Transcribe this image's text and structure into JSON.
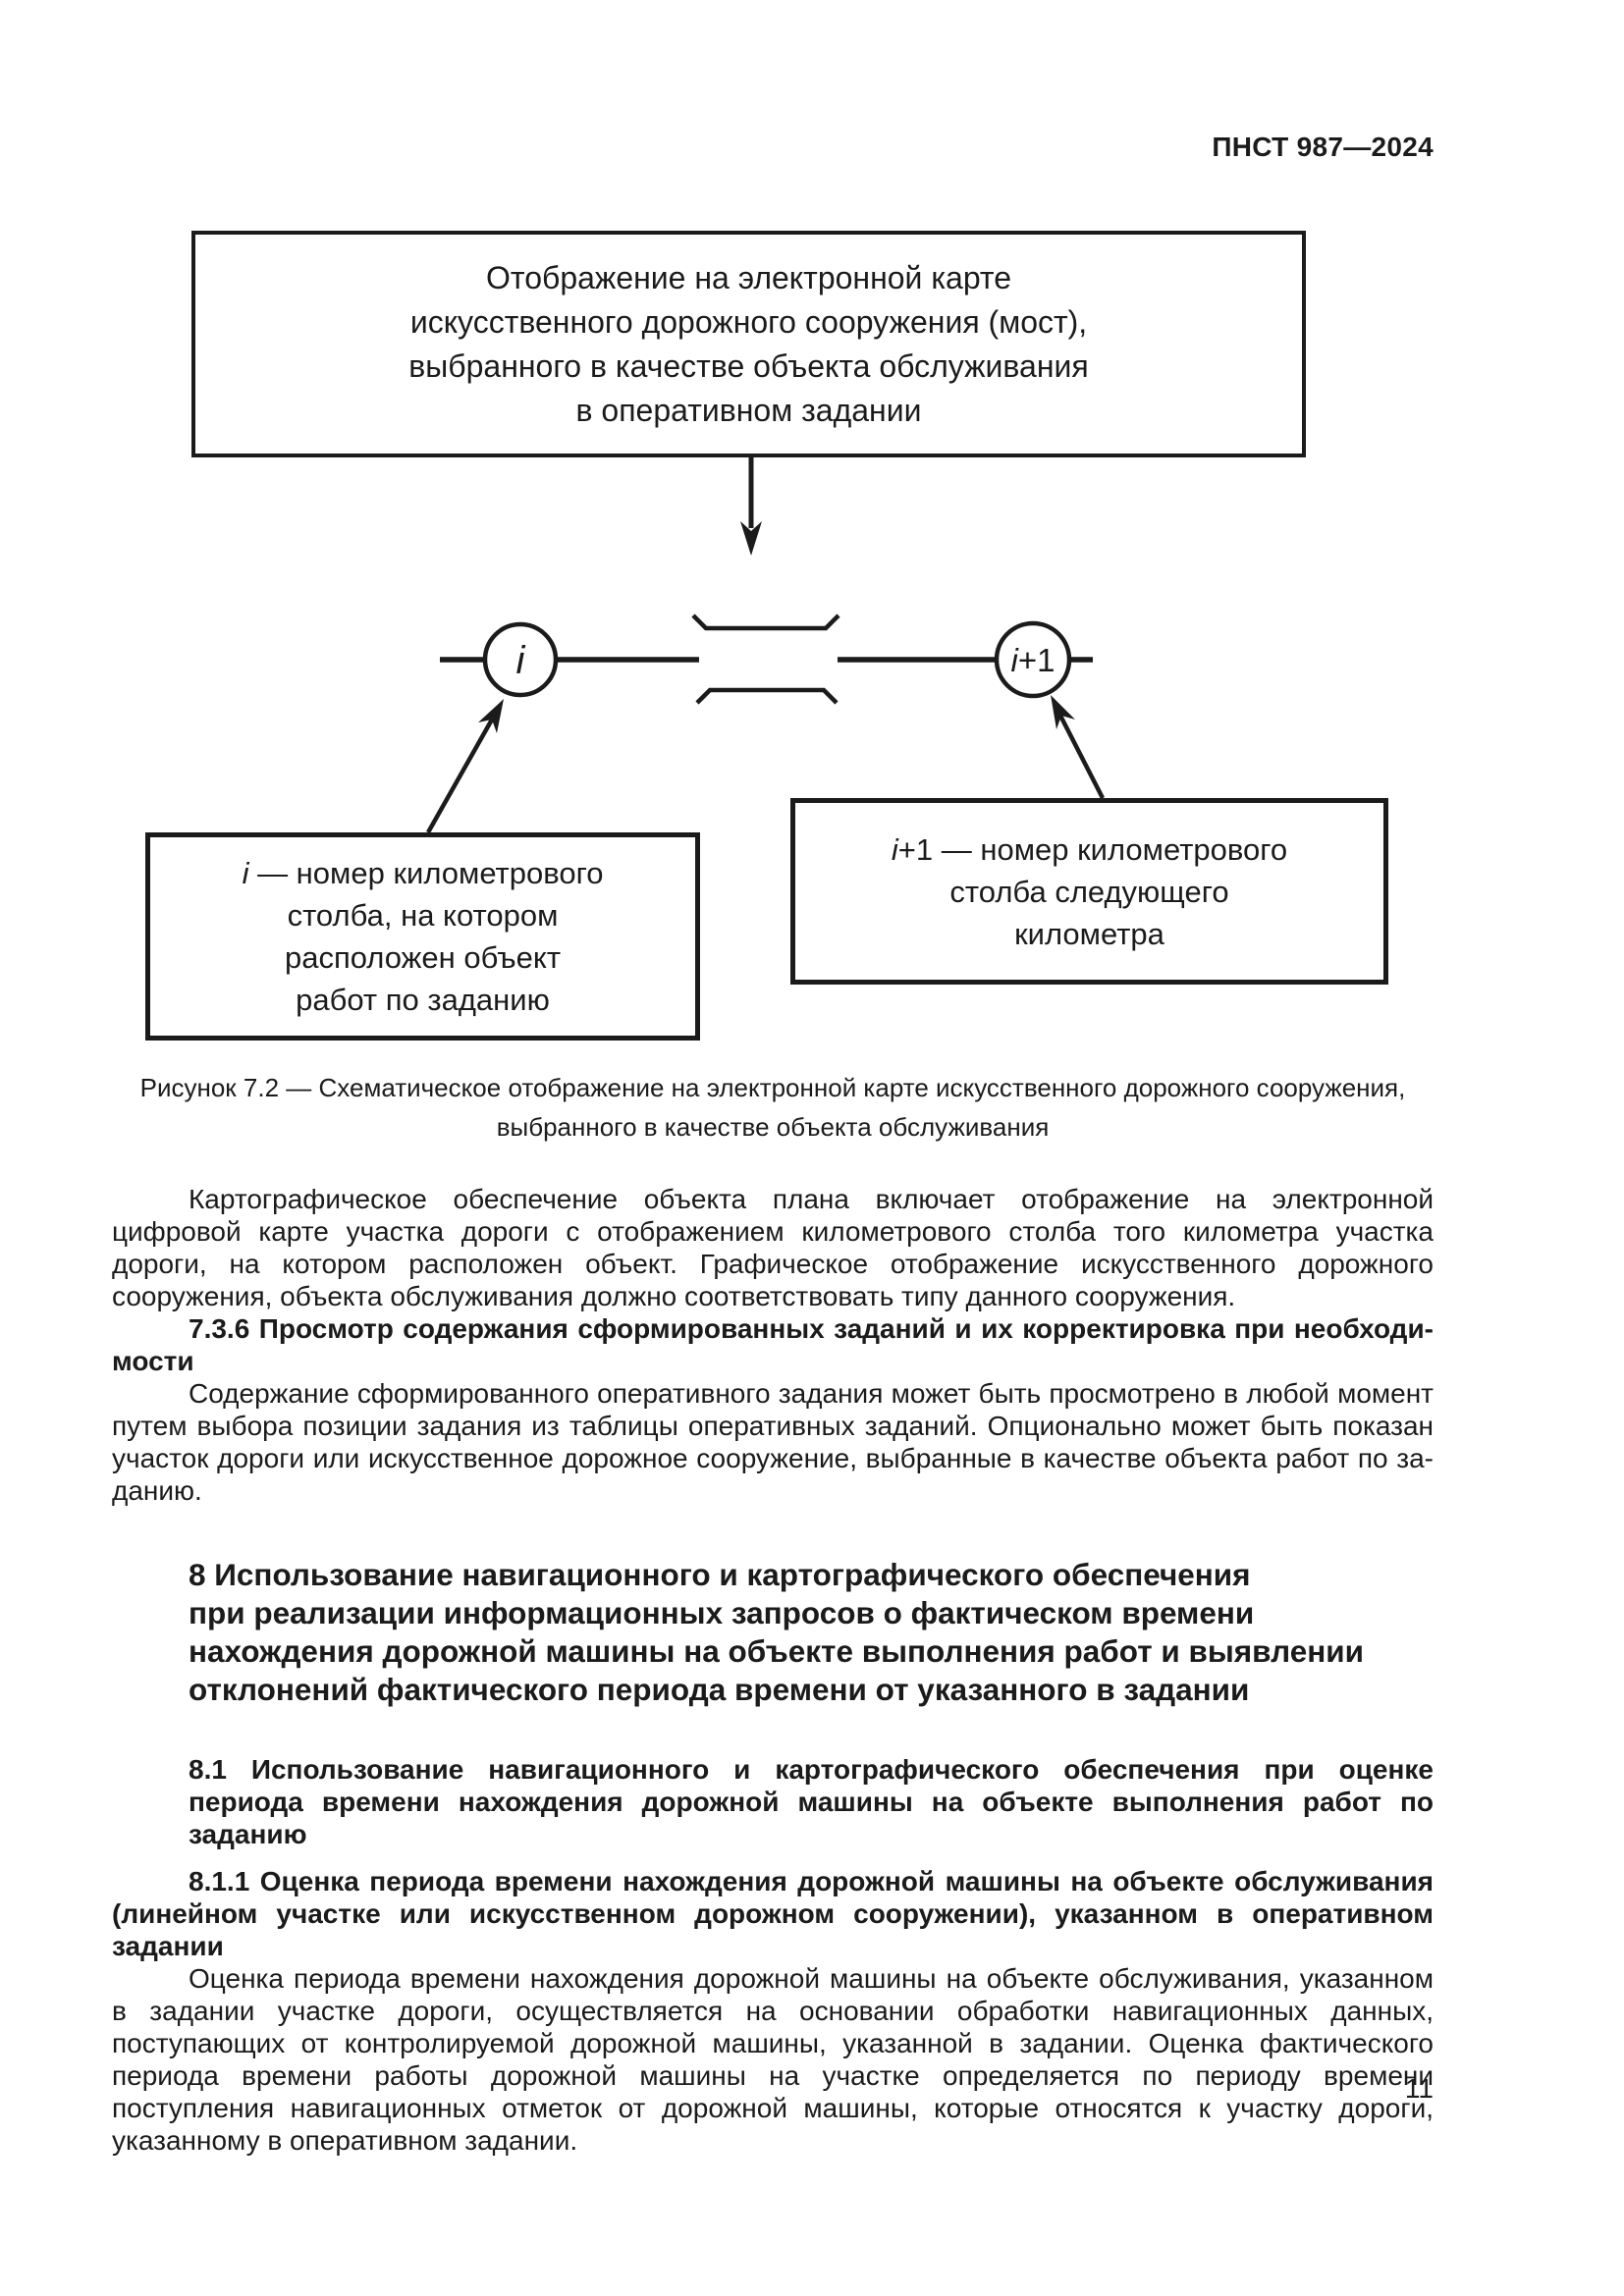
{
  "page": {
    "header": "ПНСТ 987—2024",
    "number": "11"
  },
  "colors": {
    "ink": "#1b1b1b",
    "paper": "#ffffff"
  },
  "figure": {
    "top_box_lines": [
      "Отображение на электронной карте",
      "искусственного дорожного сооружения (мост),",
      "выбранного в качестве объекта обслуживания",
      "в оперативном задании"
    ],
    "circle_labels": {
      "i": "i",
      "i1_italic": "i",
      "i1_rest": "+1"
    },
    "left_box": {
      "italic": "i",
      "rest": " — номер километрового",
      "lines": [
        "столба, на котором",
        "расположен объект",
        "работ по заданию"
      ]
    },
    "right_box": {
      "italic": "i",
      "rest": "+1 — номер километрового",
      "lines": [
        "столба следующего",
        "километра"
      ]
    },
    "caption_line1": "Рисунок 7.2 — Схематическое отображение на электронной карте искусственного дорожного сооружения,",
    "caption_line2": "выбранного в качестве объекта обслуживания"
  },
  "content": {
    "para1": "Картографическое обеспечение объекта плана включает отображение на электронной цифровой карте участка дороги с отображением километрового столба того километра участка дороги, на котором расположен объект. Графическое отображение искусственного дорожного сооружения, объекта обслу­живания должно соответствовать типу данного сооружения.",
    "h736": "7.3.6 Просмотр содержания сформированных заданий и их корректировка при необходи­мости",
    "para2": "Содержание сформированного оперативного задания может быть просмотрено в любой момент путем выбора позиции задания из таблицы оперативных заданий. Опционально может быть показан участок дороги или искусственное дорожное сооружение, выбранные в качестве объекта работ по за­данию.",
    "h8_lines": [
      "8 Использование навигационного и картографического обеспечения",
      "при реализации информационных запросов о фактическом времени",
      "нахождения дорожной машины на объекте выполнения работ и выявлении",
      "отклонений фактического периода времени от указанного в задании"
    ],
    "h81": "8.1 Использование навигационного и картографического обеспечения при оценке периода времени нахождения дорожной машины на объекте выполнения работ по заданию",
    "h811": "8.1.1 Оценка периода времени нахождения дорожной машины на объекте обслуживания (ли­нейном участке или искусственном дорожном сооружении), указанном в оперативном задании",
    "para3": "Оценка периода времени нахождения дорожной машины на объекте обслуживания, указанном в задании участке дороги, осуществляется на основании обработки навигационных данных, поступающих от контролируемой дорожной машины, указанной в задании. Оценка фактического периода времени работы дорожной машины на участке определяется по периоду времени поступления навигационных отметок от дорожной машины, которые относятся к участку дороги, указанному в оперативном задании."
  }
}
